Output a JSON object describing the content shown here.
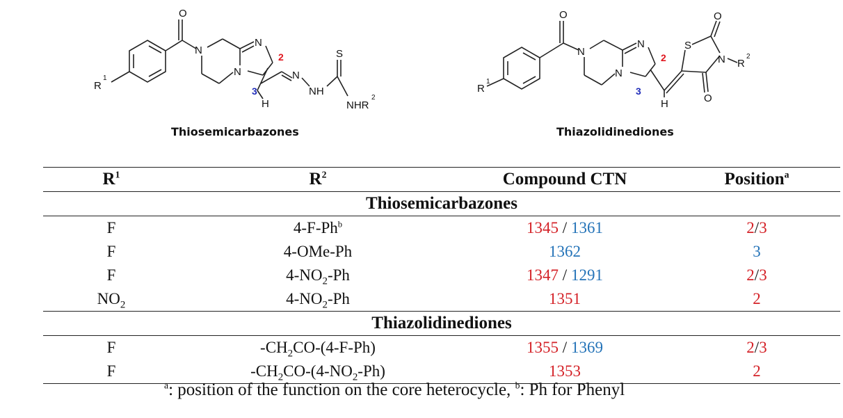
{
  "structures": {
    "left": {
      "label": "Thiosemicarbazones",
      "atoms": {
        "O": "O",
        "N1": "N",
        "N2": "N",
        "N3": "N",
        "N4": "N",
        "NH": "NH",
        "S": "S",
        "NHR": "NHR",
        "R": "R",
        "H": "H",
        "sup_r1": "1",
        "sup_r2": "2"
      },
      "pos2": "2",
      "pos3": "3"
    },
    "right": {
      "label": "Thiazolidinediones",
      "atoms": {
        "O1": "O",
        "O2": "O",
        "O3": "O",
        "N1": "N",
        "N2": "N",
        "N3": "N",
        "N4": "N",
        "S": "S",
        "R1": "R",
        "R2": "R",
        "H": "H",
        "sup_r1": "1",
        "sup_r2": "2"
      },
      "pos2": "2",
      "pos3": "3"
    }
  },
  "table": {
    "headers": {
      "r1": "R",
      "r1_sup": "1",
      "r2": "R",
      "r2_sup": "2",
      "compound": "Compound CTN",
      "position": "Position",
      "position_sup": "a"
    },
    "section1": "Thiosemicarbazones",
    "section2": "Thiazolidinediones",
    "rows": [
      {
        "r1": "F",
        "r2_pre": "4-F-Ph",
        "r2_sup": "b",
        "red": "1345",
        "sep": " / ",
        "blue": "1361",
        "pos_red": "2",
        "pos_sep": "/",
        "pos_blue": "3"
      },
      {
        "r1": "F",
        "r2_pre": "4-OMe-Ph",
        "blue": "1362",
        "pos_blue": "3"
      },
      {
        "r1": "F",
        "r2_pre": "4-NO",
        "r2_sub": "2",
        "r2_post": "-Ph",
        "red": "1347",
        "sep": " / ",
        "blue": "1291",
        "pos_red": "2",
        "pos_sep": "/",
        "pos_blue": "3"
      },
      {
        "r1": "NO",
        "r1_sub": "2",
        "r2_pre": "4-NO",
        "r2_sub": "2",
        "r2_post": "-Ph",
        "red": "1351",
        "pos_red": "2"
      },
      {
        "r1": "F",
        "r2_pre": "-CH",
        "r2_sub": "2",
        "r2_post": "CO-(4-F-Ph)",
        "red": "1355",
        "sep": " / ",
        "blue": "1369",
        "pos_red": "2",
        "pos_sep": "/",
        "pos_blue": "3"
      },
      {
        "r1": "F",
        "r2_pre": "-CH",
        "r2_sub": "2",
        "r2_mid": "CO-(4-NO",
        "r2_sub2": "2",
        "r2_post": "-Ph)",
        "red": "1353",
        "pos_red": "2"
      }
    ]
  },
  "footnote": {
    "a_sup": "a",
    "a_text": ": position of the function on the core heterocycle, ",
    "b_sup": "b",
    "b_text": ": Ph for Phenyl"
  }
}
